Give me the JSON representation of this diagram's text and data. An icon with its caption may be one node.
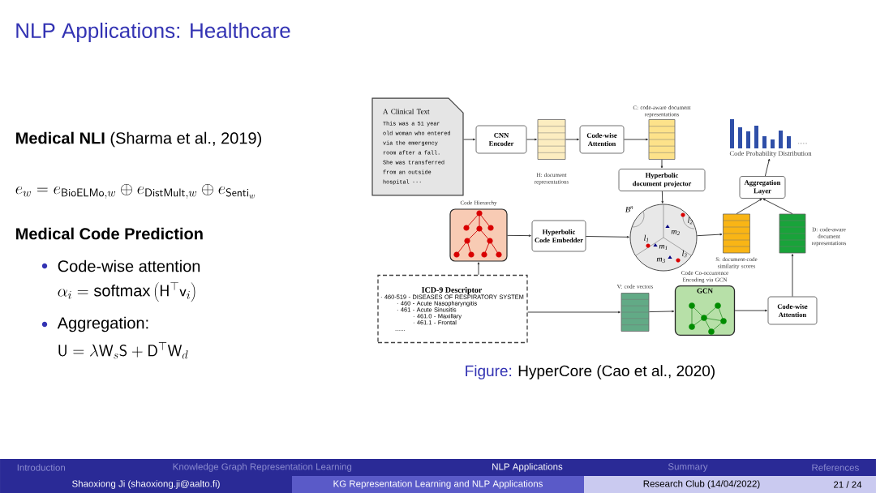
{
  "diagram": {
    "title": "NLP Applications: Healthcare",
    "caption": "HyperCore (Cao et al., 2020)",
    "nodes": [
      {
        "text": [
          "A Clinical Text",
          "This was a 51 year old woman who entered via the emergency room after a fall. She was transferred from an outside hospital ···"
        ]
      },
      {
        "text": [
          "CNN Encoder"
        ]
      },
      {
        "text": [],
        "shape": "bar",
        "beside": [
          "H: document representations"
        ]
      },
      {
        "text": [
          "Code-wise Attention"
        ]
      },
      {
        "text": [],
        "shape": "bar",
        "beside": [
          "C: code-aware document representations"
        ]
      },
      {
        "text": [
          "Hyperbolic document projector"
        ]
      },
      {
        "text": [],
        "shape": "box",
        "beside": [
          "Code Hierarchy"
        ]
      },
      {
        "text": [
          "Hyperbolic Code Embedder"
        ]
      },
      {
        "text": [
          "B$^{n}$",
          "l$_{2}$",
          "m$_{2}$",
          "l$_{1}$",
          "m$_{1}$",
          "l$_{3}$",
          "m$_{3}$"
        ]
      },
      {
        "text": [],
        "shape": "bar",
        "beside": [
          "S: document-code similarity scores"
        ]
      },
      {
        "text": [],
        "shape": "bar",
        "beside": [
          "D: code-aware document representations"
        ]
      },
      {
        "text": [
          "Aggregation Layer"
        ]
      },
      {
        "text": [
          "Code Probability Distribution"
        ]
      },
      {
        "text": [
          "ICD-9 Descriptor",
          "· 460-519  -  DISEASES OF RESPIRATORY SYSTEM",
          "· 460  -  Acute Nasopharyngitis",
          "· 461  -  Acute Sinusitis",
          "· 461.0  -  Maxillary",
          "· 461.1  -  Frontal",
          "......"
        ]
      },
      {
        "text": [],
        "shape": "bar",
        "beside": [
          "V: code vectors"
        ]
      },
      {
        "text": [
          "GCN"
        ],
        "beside": [
          "Code Co-occurrence Encoding via GCN"
        ]
      },
      {
        "text": [
          "Code-wise Attention"
        ]
      }
    ],
    "edges": [
      {
        "from": 0,
        "to": 1,
        "arrow": "to"
      },
      {
        "from": 1,
        "to": 2,
        "arrow": "to"
      },
      {
        "from": 2,
        "to": 3,
        "arrow": "to"
      },
      {
        "from": 3,
        "to": 4,
        "arrow": "to"
      },
      {
        "from": 4,
        "to": 5,
        "arrow": "to"
      },
      {
        "from": 5,
        "to": 8,
        "arrow": "to"
      },
      {
        "from": 6,
        "to": 7,
        "arrow": "to"
      },
      {
        "from": 7,
        "to": 8,
        "arrow": "to"
      },
      {
        "from": 13,
        "to": 6,
        "arrow": "to"
      },
      {
        "from": 8,
        "to": 9,
        "arrow": "to"
      },
      {
        "from": 9,
        "to": 11,
        "arrow": "to"
      },
      {
        "from": 10,
        "to": 11,
        "arrow": "to"
      },
      {
        "from": 11,
        "to": 12,
        "arrow": "to"
      },
      {
        "from": 13,
        "to": 14,
        "arrow": "to"
      },
      {
        "from": 14,
        "to": 15,
        "arrow": "to"
      },
      {
        "from": 15,
        "to": 16,
        "arrow": "to"
      },
      {
        "from": 16,
        "to": 10,
        "arrow": "to"
      }
    ],
    "labels": [
      "**Medical NLI** (Sharma et al., 2019)",
      "e_w = e_{\\mathsf{BioELMo},w} \\oplus e_{\\mathsf{DistMult},w} \\oplus e_{\\mathsf{Senti}_w}",
      "Medical Code Prediction",
      "Code-wise attention",
      "\\alpha_i = \\mathrm{softmax}\\left(\\mathsf{H}^{\\top}\\mathsf{v}_i\\right)",
      "Aggregation:",
      "\\mathsf{U} = \\lambda \\mathsf{W}_s \\mathsf{S} + \\mathsf{D}^{\\top} \\mathsf{W}_d",
      "......",
      "Figure:",
      "Introduction",
      "Knowledge Graph Representation Learning",
      "NLP Applications",
      "Summary",
      "References",
      "Shaoxiong Ji  (shaoxiong.ji@aalto.fi)",
      "KG Representation Learning and NLP Applications",
      "Research Club (14/04/2022)",
      "21 / 24"
    ]
  }
}
